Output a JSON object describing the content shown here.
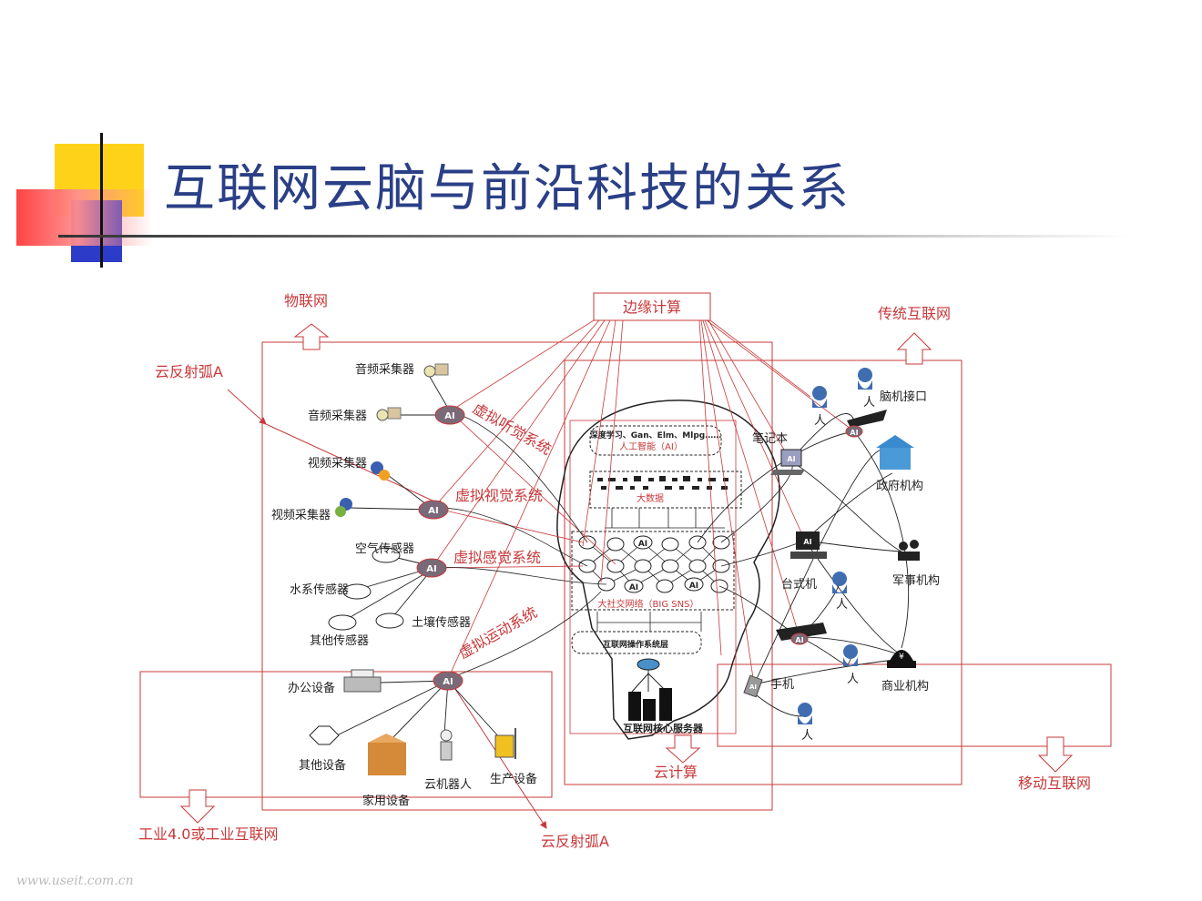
{
  "title": "互联网云脑与前沿科技的关系",
  "watermark": "www.useit.com.cn",
  "colors": {
    "title": "#2a3f86",
    "accent_red": "#c8383a",
    "deco_yellow": "#ffd21a",
    "deco_blue": "#2d3cc8"
  },
  "regions": {
    "iot": "物联网",
    "edge": "边缘计算",
    "traditional": "传统互联网",
    "cloud": "云计算",
    "mobile": "移动互联网",
    "industrial": "工业4.0或工业互联网"
  },
  "reflex": {
    "top": "云反射弧A",
    "bottom": "云反射弧A"
  },
  "systems": {
    "hearing": "虚拟听觉系统",
    "vision": "虚拟视觉系统",
    "sensing": "虚拟感觉系统",
    "motion": "虚拟运动系统"
  },
  "core": {
    "ai_tech": "深度学习、Gan、Elm、Mlpg……",
    "ai": "人工智能（AI）",
    "bigdata": "大数据",
    "sns": "大社交网络（BIG SNS）",
    "os": "互联网操作系统层",
    "server": "互联网核心服务器"
  },
  "ai_label": "AI",
  "devices": {
    "audio1": "音频采集器",
    "audio2": "音频采集器",
    "video1": "视频采集器",
    "video2": "视频采集器",
    "air": "空气传感器",
    "water": "水系传感器",
    "soil": "土壤传感器",
    "other_sensor": "其他传感器",
    "office": "办公设备",
    "other_device": "其他设备",
    "home": "家用设备",
    "robot": "云机器人",
    "production": "生产设备"
  },
  "right": {
    "person": "人",
    "bci": "脑机接口",
    "laptop": "笔记本",
    "gov": "政府机构",
    "desktop": "台式机",
    "military": "军事机构",
    "phone": "手机",
    "business": "商业机构"
  }
}
